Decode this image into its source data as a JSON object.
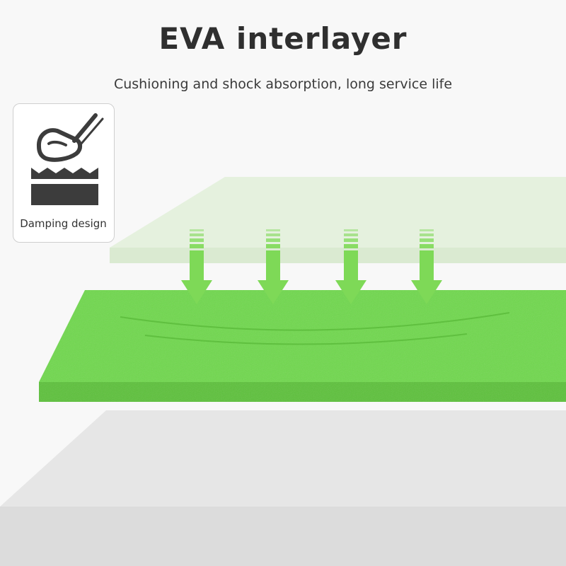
{
  "header": {
    "title": "EVA interlayer",
    "subtitle": "Cushioning and shock absorption, long service life"
  },
  "badge": {
    "label": "Damping design",
    "icon": "golf-club-impact-icon"
  },
  "illustration": {
    "arrow_icon": "down-arrow-icon",
    "arrow_count": 4,
    "colors": {
      "background": "#f8f8f8",
      "eva_layer": "#6fd84c",
      "eva_layer_edge": "#5cc13a",
      "arrow": "#7ed957",
      "top_layer": "#dfeed8",
      "base_layer": "#e4e4e4",
      "icon": "#3c3c3c"
    }
  }
}
